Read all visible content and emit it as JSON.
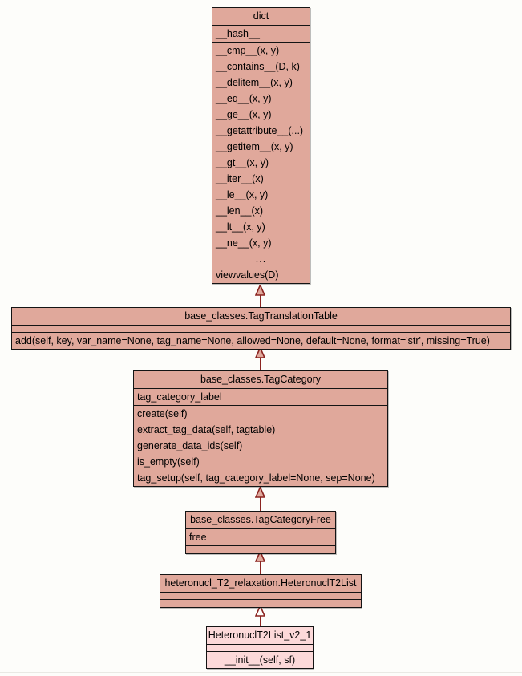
{
  "diagram": {
    "type": "uml-class-diagram",
    "title": "",
    "background_color": "#fdfdfa",
    "class_fill_color": "#e0a89b",
    "leaf_fill_color": "#fcd9d9",
    "border_color": "#141414",
    "connector_color": "#8b2420",
    "relationship": "generalization"
  },
  "classes": [
    {
      "id": "dict",
      "name": "dict",
      "attributes": [
        "__hash__"
      ],
      "methods": [
        "__cmp__(x, y)",
        "__contains__(D, k)",
        "__delitem__(x, y)",
        "__eq__(x, y)",
        "__ge__(x, y)",
        "__getattribute__(...)",
        "__getitem__(x, y)",
        "__gt__(x, y)",
        "__iter__(x)",
        "__le__(x, y)",
        "__len__(x)",
        "__lt__(x, y)",
        "__ne__(x, y)",
        "...",
        "viewvalues(D)"
      ]
    },
    {
      "id": "tagtranslationtable",
      "name": "base_classes.TagTranslationTable",
      "attributes": [],
      "methods": [
        "add(self, key, var_name=None, tag_name=None, allowed=None, default=None, format='str', missing=True)"
      ]
    },
    {
      "id": "tagcategory",
      "name": "base_classes.TagCategory",
      "attributes": [
        "tag_category_label"
      ],
      "methods": [
        "create(self)",
        "extract_tag_data(self, tagtable)",
        "generate_data_ids(self)",
        "is_empty(self)",
        "tag_setup(self, tag_category_label=None, sep=None)"
      ]
    },
    {
      "id": "tagcategoryfree",
      "name": "base_classes.TagCategoryFree",
      "attributes": [
        "free"
      ],
      "methods": []
    },
    {
      "id": "heteronuclt2list",
      "name": "heteronucl_T2_relaxation.HeteronuclT2List",
      "attributes": [],
      "methods": []
    },
    {
      "id": "heteronuclt2list_v2_1",
      "name": "HeteronuclT2List_v2_1",
      "attributes": [],
      "methods": [
        "__init__(self, sf)"
      ]
    }
  ],
  "edges": [
    {
      "from": "tagtranslationtable",
      "to": "dict",
      "kind": "inherits"
    },
    {
      "from": "tagcategory",
      "to": "tagtranslationtable",
      "kind": "inherits"
    },
    {
      "from": "tagcategoryfree",
      "to": "tagcategory",
      "kind": "inherits"
    },
    {
      "from": "heteronuclt2list",
      "to": "tagcategoryfree",
      "kind": "inherits"
    },
    {
      "from": "heteronuclt2list_v2_1",
      "to": "heteronuclt2list",
      "kind": "inherits"
    }
  ]
}
